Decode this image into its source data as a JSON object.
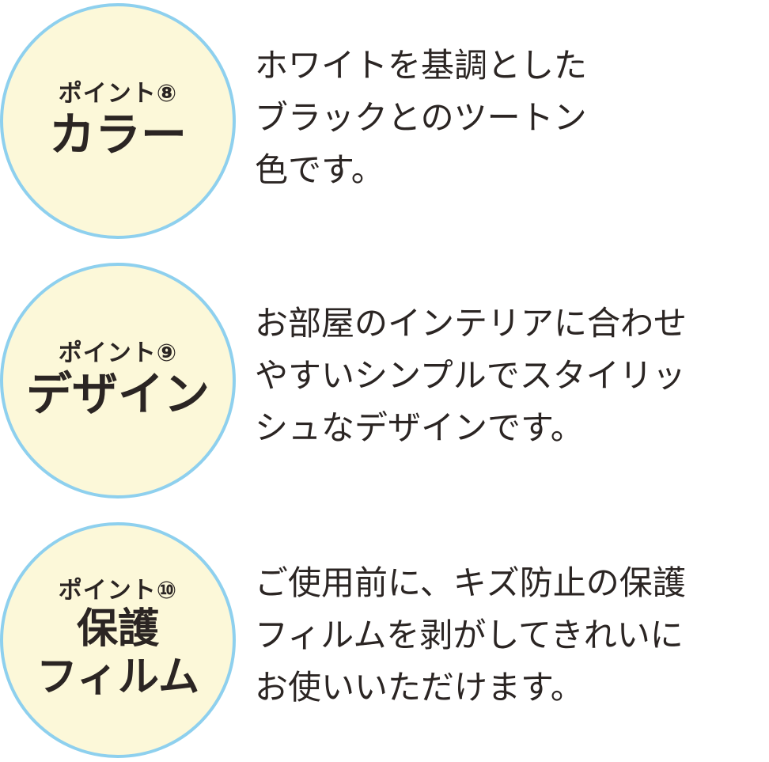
{
  "points": [
    {
      "label": "ポイント⑧",
      "title_lines": [
        "カラー"
      ],
      "desc_lines": [
        "ホワイトを基調とした",
        "ブラックとのツートン",
        "色です。"
      ]
    },
    {
      "label": "ポイント⑨",
      "title_lines": [
        "デザイン"
      ],
      "desc_lines": [
        "お部屋のインテリアに合わせ",
        "やすいシンプルでスタイリッ",
        "シュなデザインです。"
      ]
    },
    {
      "label": "ポイント⑩",
      "title_lines": [
        "保護",
        "フィルム"
      ],
      "desc_lines": [
        "ご使用前に、キズ防止の保護",
        "フィルムを剥がしてきれいに",
        "お使いいただけます。"
      ]
    }
  ],
  "colors": {
    "circle_fill": "#fcf8d9",
    "circle_border": "#8ed0ee",
    "text": "#2b2523"
  }
}
